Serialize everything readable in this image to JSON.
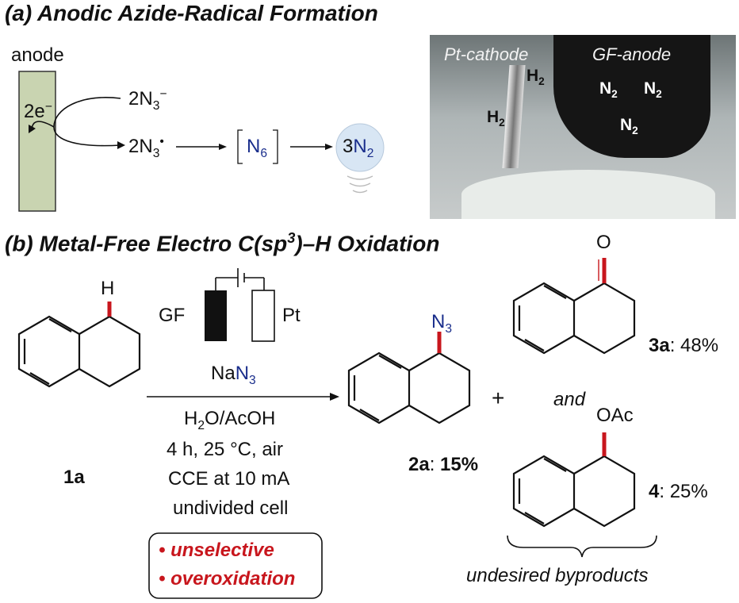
{
  "panel_a": {
    "heading": "(a) Anodic Azide-Radical Formation",
    "anode_label": "anode",
    "electrons": "2e",
    "electrons_sup": "−",
    "azide_coeff": "2N",
    "azide_sub": "3",
    "azide_sup": "−",
    "radical_coeff": "2N",
    "radical_sub": "3",
    "radical_sup": "•",
    "n6": "N6",
    "n2_coeff": "3",
    "n2": "N2"
  },
  "photo": {
    "cathode_label": "Pt-cathode",
    "anode_label": "GF-anode",
    "h2_1": "H2",
    "h2_2": "H2",
    "n2_1": "N2",
    "n2_2": "N2",
    "n2_3": "N2"
  },
  "panel_b": {
    "heading_prefix": "(b) Metal-Free Electro C(sp",
    "heading_sup": "3",
    "heading_suffix": ")–H Oxidation",
    "gf_label": "GF",
    "pt_label": "Pt",
    "h_label": "H",
    "reagent_prefix": "Na",
    "reagent_azide": "N3",
    "solvent_main": "H",
    "solvent_sub": "2",
    "solvent_rest": "O/AcOH",
    "condition_time": "4 h, 25 °C, air",
    "condition_cce": "CCE at 10 mA",
    "condition_cell": "undivided cell",
    "sm_label": "1a",
    "product_2a_label": "2a",
    "product_2a_yield": "15%",
    "azide_group": "N",
    "azide_group_sub": "3",
    "plus": "+",
    "ketone_o": "O",
    "product_3a_label": "3a",
    "product_3a_yield": "48%",
    "and_text": "and",
    "oac_label": "OAc",
    "product_4_label": "4",
    "product_4_yield": "25%",
    "byproducts_label": "undesired byproducts",
    "issue_1": "• unselective",
    "issue_2": "• overoxidation"
  },
  "colors": {
    "accent_red": "#c8161d",
    "azide_blue": "#1a2e8c",
    "electrode_green": "#c9d4b1",
    "bubble_blue": "#d8e6f4"
  }
}
